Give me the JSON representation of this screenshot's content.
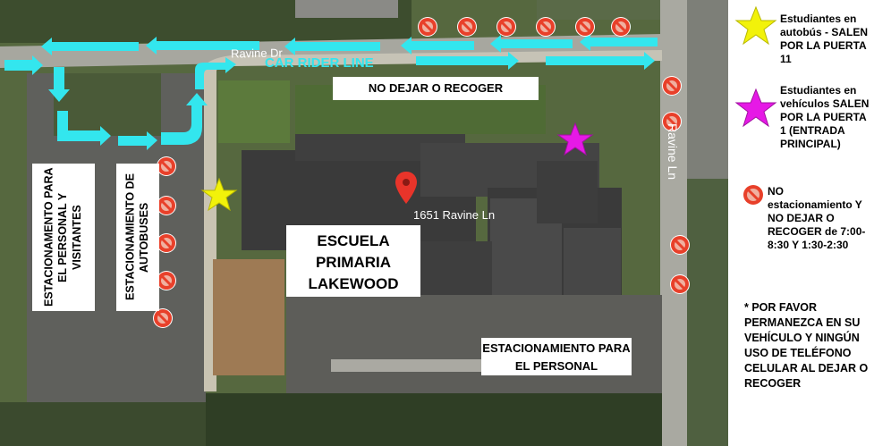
{
  "map": {
    "road_top_label": "Ravine Dr",
    "road_right_label": "Ravine Ln",
    "car_rider_line": "CAR RIDER LINE",
    "no_drop_label": "NO DEJAR O RECOGER",
    "pin_address": "1651 Ravine Ln",
    "school_name": "ESCUELA PRIMARIA LAKEWOOD",
    "parking_staff_visitors": "ESTACIONAMENTO PARA EL PERSONAL Y VISITANTES",
    "parking_buses": "ESTACIONAMIENTO DE AUTOBUSES",
    "parking_staff": "ESTACIONAMIENTO PARA EL PERSONAL",
    "colors": {
      "arrow": "#33e6ee",
      "no_parking": "#e8402a",
      "bus_star": "#f2f20a",
      "car_star": "#e619e6",
      "pin": "#e8342a"
    }
  },
  "legend": {
    "bus": "Estudiantes en autobús - SALEN POR LA PUERTA 11",
    "car": "Estudiantes en vehículos SALEN POR LA PUERTA 1 (ENTRADA PRINCIPAL)",
    "no_parking": "NO estacionamiento Y NO DEJAR O RECOGER de 7:00-8:30 Y 1:30-2:30",
    "note": "* POR FAVOR PERMANEZCA EN SU VEHÍCULO Y NINGÚN USO DE TELÉFONO CELULAR AL DEJAR O RECOGER"
  }
}
